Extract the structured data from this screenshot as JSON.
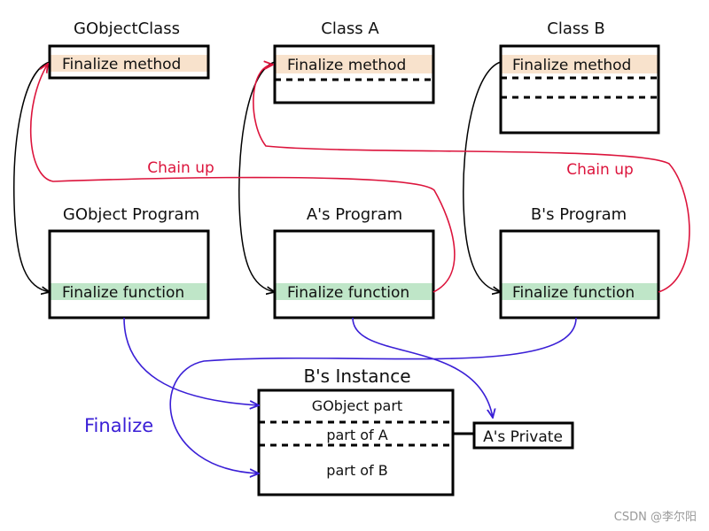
{
  "classes": {
    "gobject_class": {
      "title": "GObjectClass",
      "method_label": "Finalize method"
    },
    "class_a": {
      "title": "Class A",
      "method_label": "Finalize method"
    },
    "class_b": {
      "title": "Class B",
      "method_label": "Finalize method"
    }
  },
  "programs": {
    "gobject_program": {
      "title": "GObject Program",
      "function_label": "Finalize function"
    },
    "a_program": {
      "title": "A's Program",
      "function_label": "Finalize function"
    },
    "b_program": {
      "title": "B's Program",
      "function_label": "Finalize function"
    }
  },
  "chain_up_labels": [
    "Chain up",
    "Chain up"
  ],
  "instance": {
    "title": "B's Instance",
    "parts": [
      "GObject part",
      "part of A",
      "part of B"
    ]
  },
  "a_private": "A's Private",
  "finalize_label": "Finalize",
  "watermark": "CSDN @李尔阳",
  "colors": {
    "method_highlight": "#f8e2cc",
    "function_highlight": "#bfe6c8",
    "chain_up": "#dc143c",
    "finalize": "#3a1fd6"
  }
}
